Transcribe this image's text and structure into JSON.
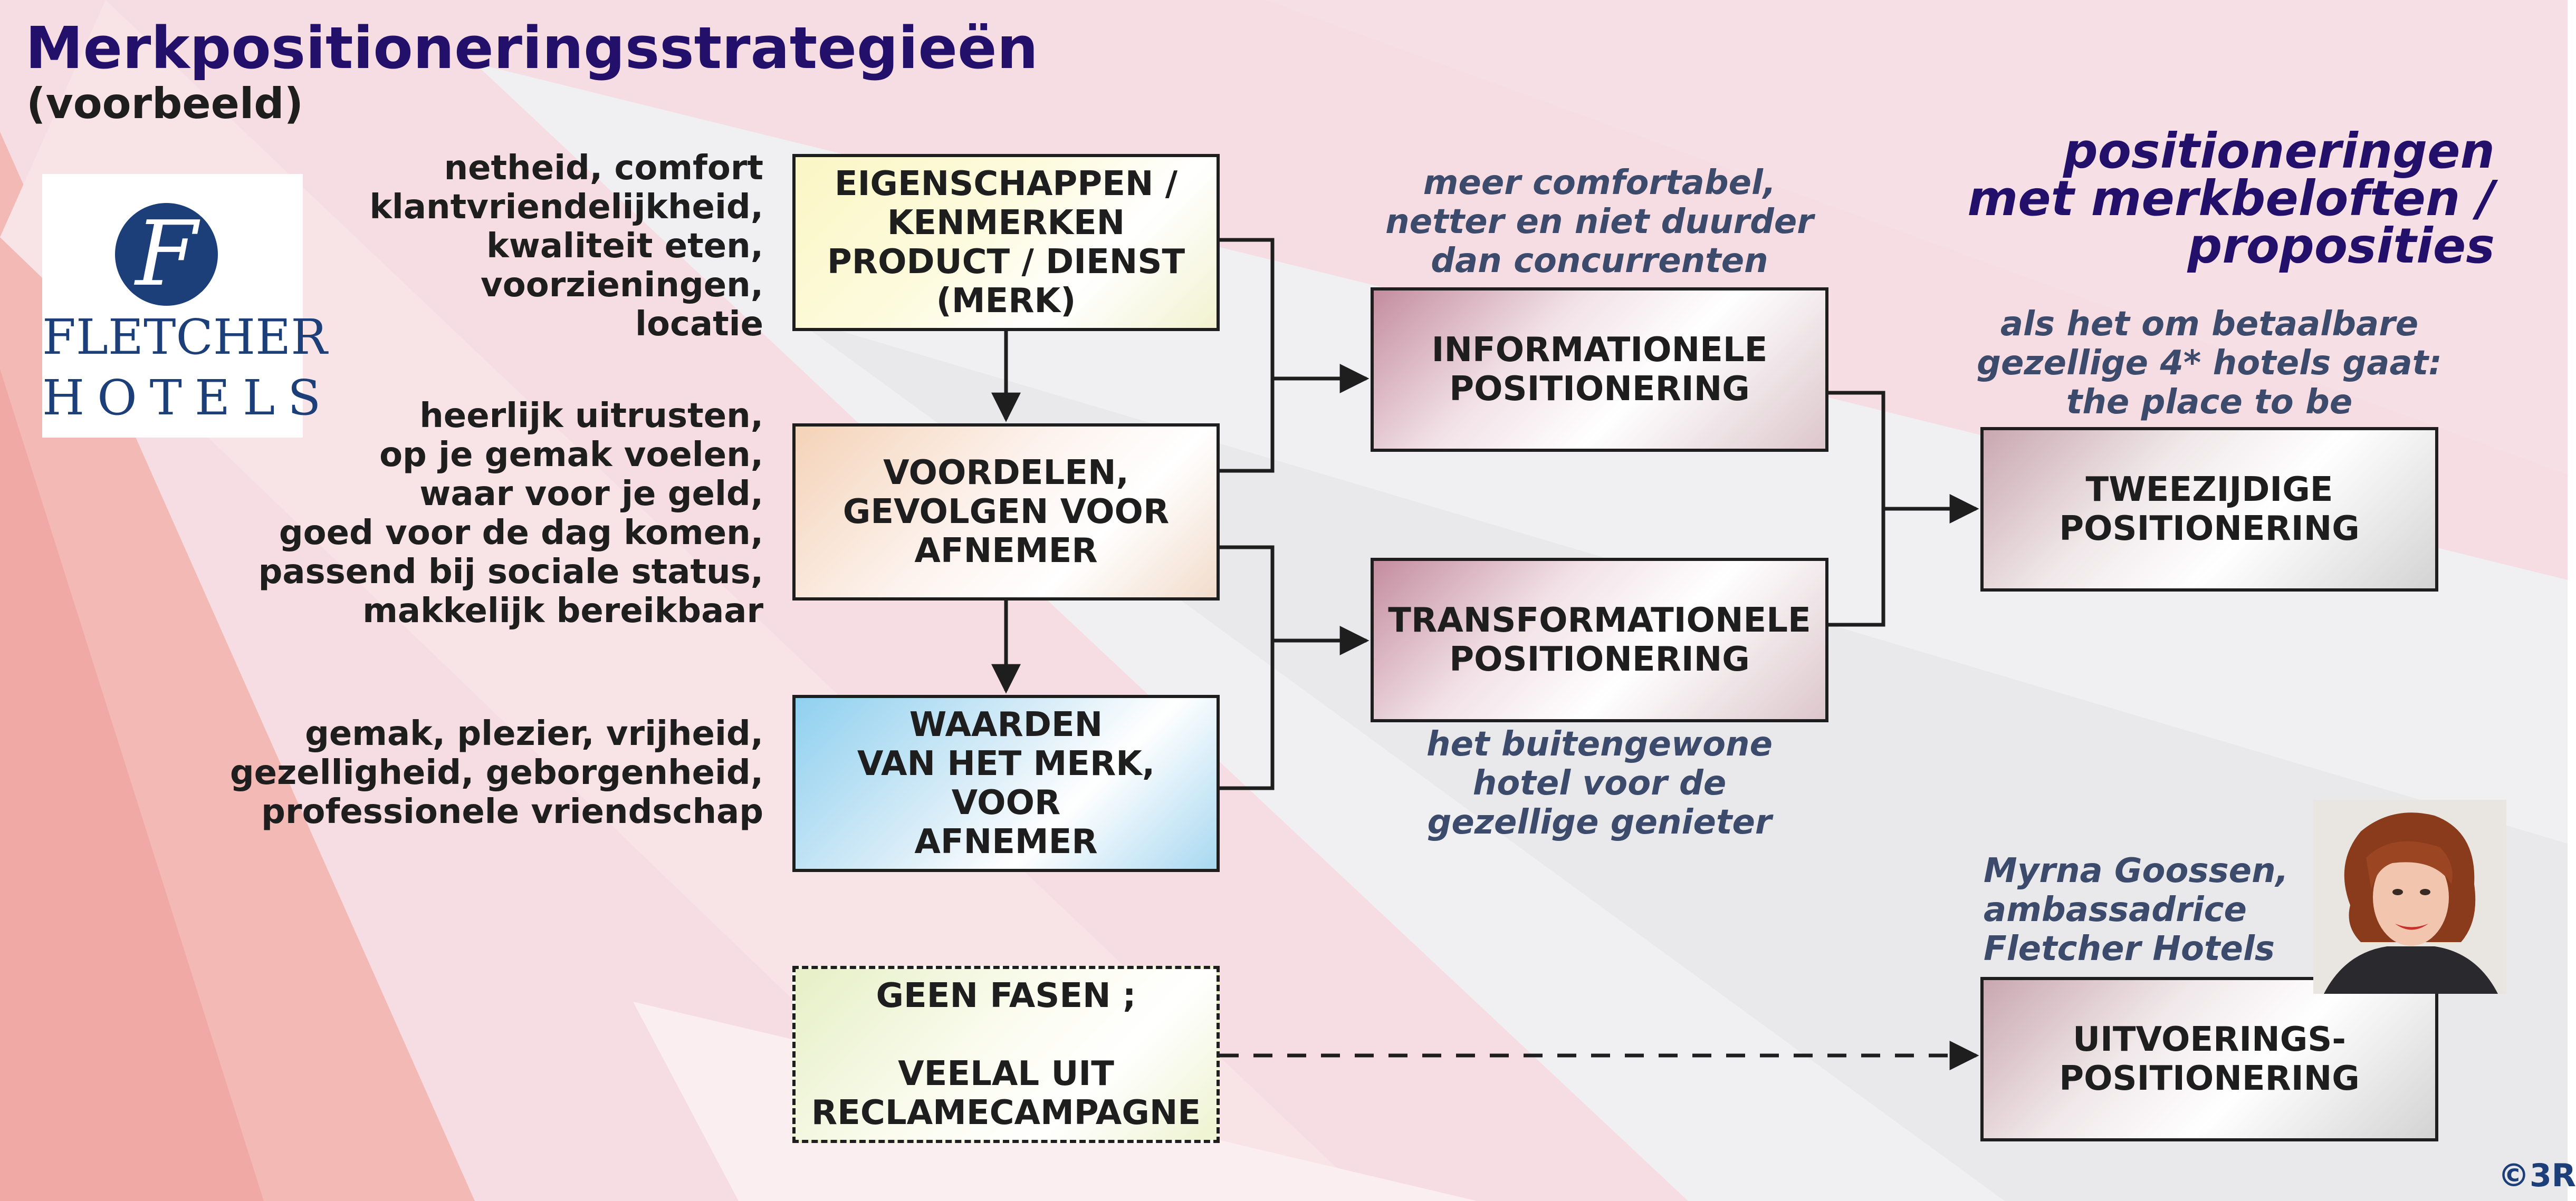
{
  "title": "Merkpositioneringsstrategieën",
  "subtitle": "(voorbeeld)",
  "logo": {
    "brand_line1": "FLETCHER",
    "brand_line2": "HOTELS",
    "emblem_letter": "F",
    "color": "#1c3f7a"
  },
  "left_texts": {
    "eigenschappen": [
      "netheid, comfort",
      "klantvriendelijkheid,",
      "kwaliteit eten,",
      "voorzieningen,",
      "locatie"
    ],
    "voordelen": [
      "heerlijk uitrusten,",
      "op je gemak voelen,",
      "waar voor je geld,",
      "goed voor de dag komen,",
      "passend bij sociale status,",
      "makkelijk bereikbaar"
    ],
    "waarden": [
      "gemak, plezier, vrijheid,",
      "gezelligheid, geborgenheid,",
      "professionele vriendschap"
    ]
  },
  "boxes": {
    "eigenschappen": [
      "EIGENSCHAPPEN /",
      "KENMERKEN",
      "PRODUCT / DIENST",
      "(MERK)"
    ],
    "voordelen": [
      "VOORDELEN,",
      "GEVOLGEN VOOR",
      "AFNEMER"
    ],
    "waarden": [
      "WAARDEN",
      "VAN HET MERK,",
      "VOOR",
      "AFNEMER"
    ],
    "geen_fasen": [
      "GEEN FASEN ;",
      "",
      "VEELAL UIT",
      "RECLAMECAMPAGNE"
    ],
    "informationele": [
      "INFORMATIONELE",
      "POSITIONERING"
    ],
    "transformationele": [
      "TRANSFORMATIONELE",
      "POSITIONERING"
    ],
    "tweezijdige": [
      "TWEEZIJDIGE",
      "POSITIONERING"
    ],
    "uitvoering": [
      "UITVOERINGS-",
      "POSITIONERING"
    ]
  },
  "annotations": {
    "informationele": [
      "meer comfortabel,",
      "netter en niet duurder",
      "dan concurrenten"
    ],
    "transformationele": [
      "het buitengewone",
      "hotel voor de",
      "gezellige genieter"
    ],
    "tweezijdige": [
      "als het om betaalbare",
      "gezellige 4* hotels gaat:",
      "the place to be"
    ],
    "ambassador": [
      "Myrna Goossen,",
      "ambassadrice",
      "Fletcher Hotels"
    ]
  },
  "right_heading": [
    "positioneringen",
    "met merkbeloften /",
    "proposities"
  ],
  "copyright": "©3R",
  "colors": {
    "title": "#23106b",
    "annotation": "#3c4a6b",
    "text": "#1e1e1e"
  }
}
